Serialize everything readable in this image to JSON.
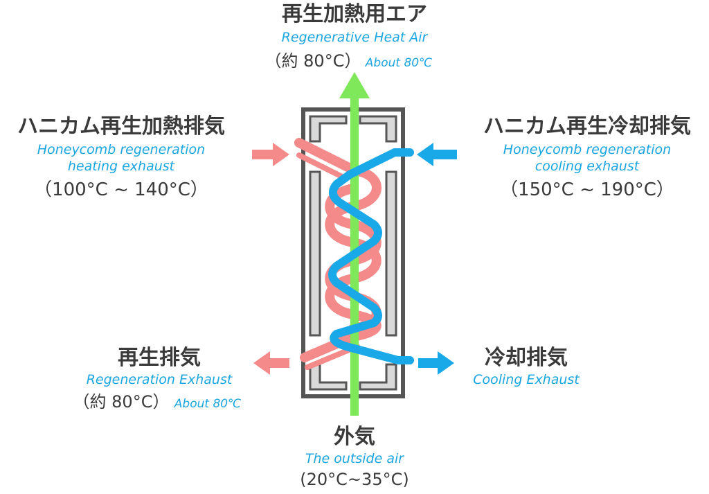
{
  "colors": {
    "hot": "#f48a8a",
    "cool": "#19a8e8",
    "outside": "#7ee85a",
    "frame": "#555555",
    "frame_fill": "#d9d9d9",
    "label_jp": "#3a3a3a",
    "label_en": "#1aa6e0"
  },
  "top": {
    "jp": "再生加熱用エア",
    "en": "Regenerative Heat Air",
    "temp": "（約 80°C）",
    "temp_en": "About 80℃"
  },
  "left_in": {
    "jp": "ハニカム再生加熱排気",
    "en_line1": "Honeycomb regeneration",
    "en_line2": "heating exhaust",
    "temp": "（100°C ~ 140°C）"
  },
  "right_in": {
    "jp": "ハニカム再生冷却排気",
    "en_line1": "Honeycomb regeneration",
    "en_line2": "cooling exhaust",
    "temp": "（150°C ~ 190°C）"
  },
  "left_out": {
    "jp": "再生排気",
    "en": "Regeneration Exhaust",
    "temp": "（約 80°C）",
    "temp_en": "About 80℃"
  },
  "right_out": {
    "jp": "冷却排気",
    "en": "Cooling Exhaust"
  },
  "bottom": {
    "jp": "外気",
    "en": "The outside air",
    "temp": "(20°C~35°C)"
  }
}
